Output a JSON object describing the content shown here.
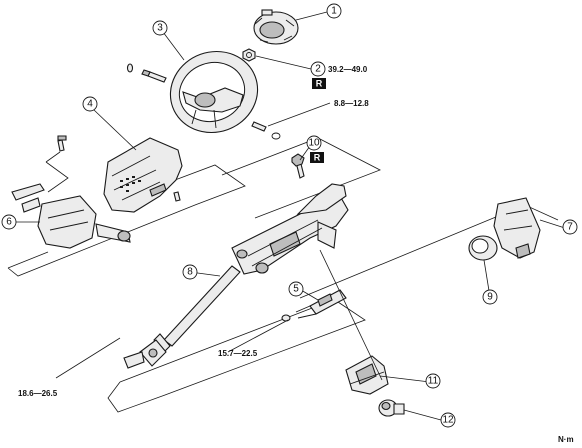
{
  "callouts": {
    "c1": "1",
    "c2": "2",
    "c3": "3",
    "c4": "4",
    "c5": "5",
    "c6": "6",
    "c7": "7",
    "c8": "8",
    "c9": "9",
    "c10": "10",
    "c11": "11",
    "c12": "12"
  },
  "torques": {
    "t1": "39.2—49.0",
    "t2": "8.8—12.8",
    "t3": "15.7—22.5",
    "t4": "18.6—26.5"
  },
  "markers": {
    "r1": "R",
    "r2": "R"
  },
  "unit": "N·m"
}
